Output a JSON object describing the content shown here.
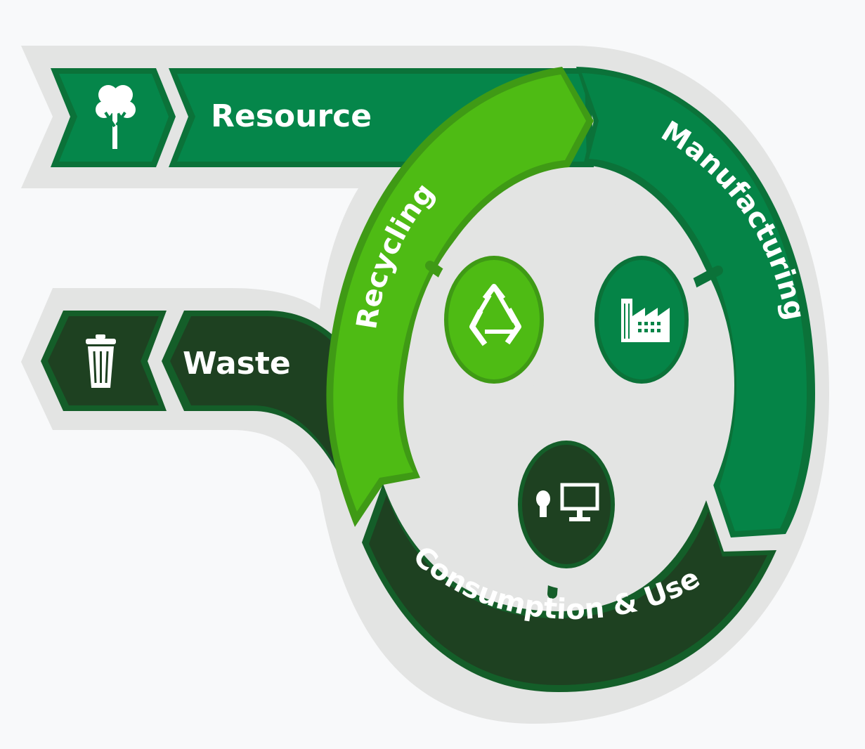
{
  "labels": {
    "resource": "Resource",
    "waste": "Waste",
    "recycling": "Recycling",
    "manufacturing": "Manufacturing",
    "consumption": "Consumption & Use"
  },
  "icons": {
    "resource": "tree-icon",
    "waste": "trash-can-icon",
    "recycling": "recycle-icon",
    "manufacturing": "factory-icon",
    "consumption": "lightbulb-monitor-icon"
  },
  "colors": {
    "background": "#f8f9fa",
    "outline": "#e3e4e3",
    "resource_green": "#05864a",
    "resource_border": "#0b7239",
    "recycling_green": "#4ebb14",
    "recycling_border": "#3f9a15",
    "manufacturing_green": "#058447",
    "consumption_dark": "#1e4121",
    "consumption_border": "#145e29"
  }
}
